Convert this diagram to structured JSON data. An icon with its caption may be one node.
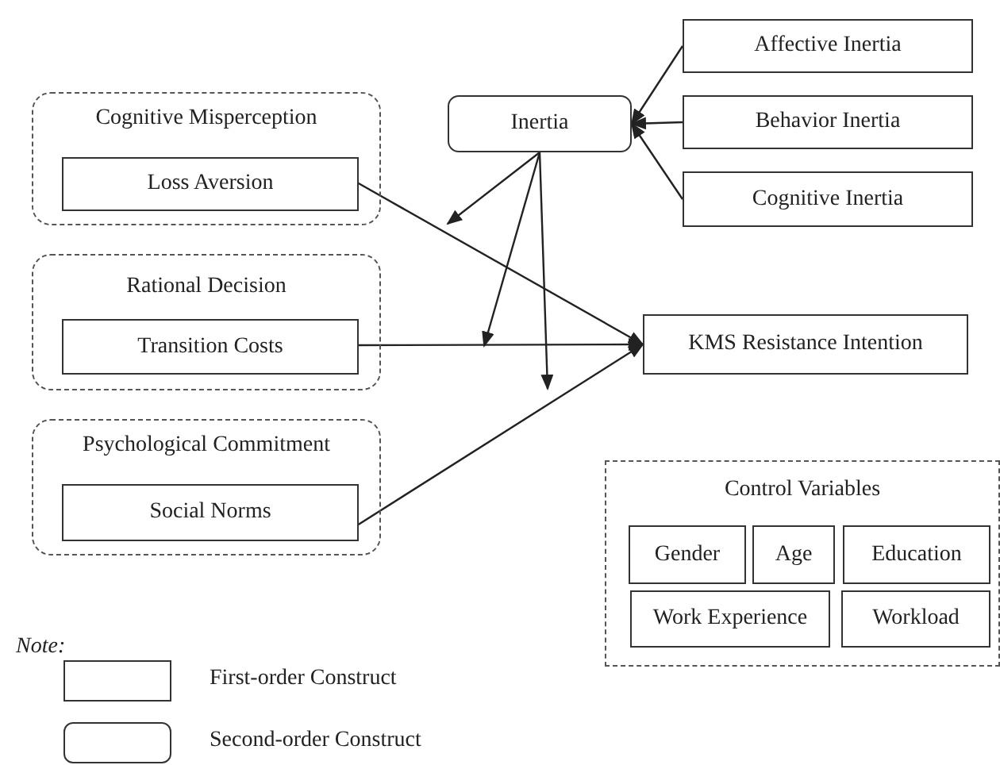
{
  "diagram": {
    "nodes": [
      {
        "text": [
          "Cognitive Misperception"
        ]
      },
      {
        "text": [
          "Loss Aversion"
        ],
        "in": 0
      },
      {
        "text": [
          "Rational Decision"
        ]
      },
      {
        "text": [
          "Transition Costs"
        ],
        "in": 2
      },
      {
        "text": [
          "Psychological Commitment"
        ]
      },
      {
        "text": [
          "Social Norms"
        ],
        "in": 4
      },
      {
        "text": [
          "Inertia"
        ]
      },
      {
        "text": [
          "Affective Inertia"
        ]
      },
      {
        "text": [
          "Behavior Inertia"
        ]
      },
      {
        "text": [
          "Cognitive Inertia"
        ]
      },
      {
        "text": [
          "KMS Resistance Intention"
        ]
      },
      {
        "text": [
          "Control Variables"
        ]
      },
      {
        "text": [
          "Gender"
        ],
        "in": 11
      },
      {
        "text": [
          "Age"
        ],
        "in": 11
      },
      {
        "text": [
          "Education"
        ],
        "in": 11
      },
      {
        "text": [
          "Work Experience"
        ],
        "in": 11
      },
      {
        "text": [
          "Workload"
        ],
        "in": 11
      }
    ],
    "edges": [
      {
        "from": 7,
        "to": 6,
        "arrow": "to"
      },
      {
        "from": 8,
        "to": 6,
        "arrow": "to"
      },
      {
        "from": 9,
        "to": 6,
        "arrow": "to"
      },
      {
        "from": 1,
        "to": 10,
        "arrow": "to"
      },
      {
        "from": 3,
        "to": 10,
        "arrow": "to"
      },
      {
        "from": 5,
        "to": 10,
        "arrow": "to"
      },
      {
        "from": 6,
        "to": null,
        "arrow": "to"
      },
      {
        "from": 6,
        "to": null,
        "arrow": "to"
      },
      {
        "from": 6,
        "to": null,
        "arrow": "to"
      }
    ],
    "labels": [
      "Note:"
    ],
    "legend": [
      {
        "text": "First-order Construct"
      },
      {
        "text": "Second-order Construct"
      }
    ]
  }
}
